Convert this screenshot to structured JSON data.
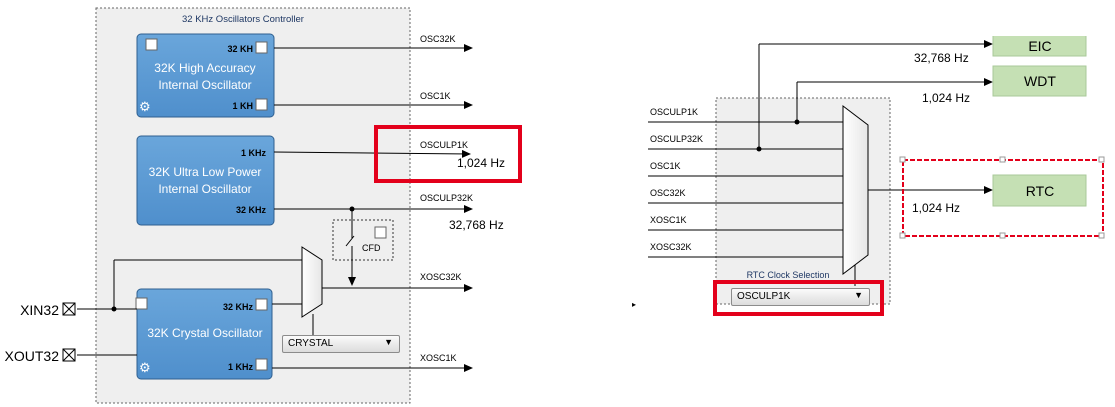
{
  "controller": {
    "title": "32 KHz Oscillators Controller"
  },
  "osc_high_acc": {
    "name_line1": "32K High Accuracy",
    "name_line2": "Internal Oscillator",
    "out_32k": "32 KH",
    "out_1k": "1 KH"
  },
  "osc_ulp": {
    "name_line1": "32K Ultra Low Power",
    "name_line2": "Internal Oscillator",
    "out_1k": "1  KHz",
    "out_32k": "32 KHz"
  },
  "osc_xtal": {
    "name": "32K Crystal Oscillator",
    "out_32k": "32 KHz",
    "out_1k": "1 KHz"
  },
  "cfd": {
    "label": "CFD"
  },
  "xtal_select": {
    "value": "CRYSTAL"
  },
  "pins": {
    "xin": "XIN32",
    "xout": "XOUT32"
  },
  "left_outputs": {
    "osc32k": "OSC32K",
    "osc1k": "OSC1K",
    "osculp1k": "OSCULP1K",
    "osculp1k_freq": "1,024 Hz",
    "osculp32k": "OSCULP32K",
    "osculp32k_freq": "32,768 Hz",
    "xosc32k": "XOSC32K",
    "xosc1k": "XOSC1K"
  },
  "rtc_mux": {
    "inputs": [
      "OSCULP1K",
      "OSCULP32K",
      "OSC1K",
      "OSC32K",
      "XOSC1K",
      "XOSC32K"
    ],
    "label": "RTC Clock Selection",
    "selected": "OSCULP1K"
  },
  "targets": {
    "eic": {
      "label": "EIC",
      "freq": "32,768 Hz"
    },
    "wdt": {
      "label": "WDT",
      "freq": "1,024 Hz"
    },
    "rtc": {
      "label": "RTC",
      "freq": "1,024 Hz"
    }
  },
  "colors": {
    "block_blue": "#5b9bd5",
    "target_green": "#c5e0b4",
    "highlight_red": "#e3001b"
  }
}
